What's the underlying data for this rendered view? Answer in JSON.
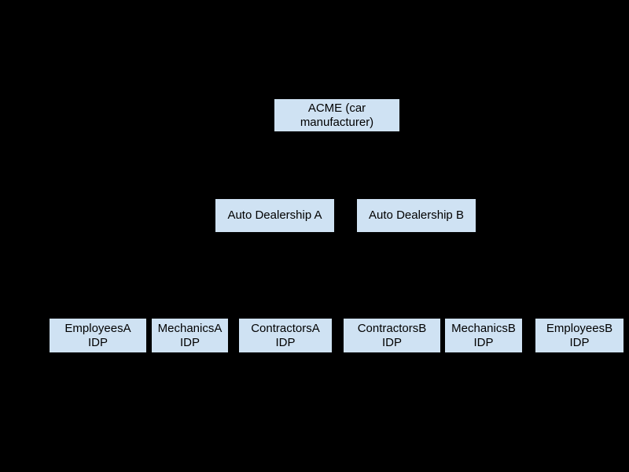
{
  "canvas": {
    "background_color": "#000000"
  },
  "node_style": {
    "fill_color": "#cfe2f3",
    "text_color": "#000000"
  },
  "diagram": {
    "type": "hierarchy",
    "levels": [
      {
        "name": "manufacturer",
        "nodes": [
          {
            "id": "acme",
            "lines": [
              "ACME (car",
              "manufacturer)"
            ]
          }
        ]
      },
      {
        "name": "dealerships",
        "nodes": [
          {
            "id": "auto-dealership-a",
            "lines": [
              "Auto Dealership A"
            ]
          },
          {
            "id": "auto-dealership-b",
            "lines": [
              "Auto Dealership B"
            ]
          }
        ]
      },
      {
        "name": "idps",
        "nodes": [
          {
            "id": "employees-a-idp",
            "lines": [
              "EmployeesA",
              "IDP"
            ]
          },
          {
            "id": "mechanics-a-idp",
            "lines": [
              "MechanicsA",
              "IDP"
            ]
          },
          {
            "id": "contractors-a-idp",
            "lines": [
              "ContractorsA",
              "IDP"
            ]
          },
          {
            "id": "contractors-b-idp",
            "lines": [
              "ContractorsB",
              "IDP"
            ]
          },
          {
            "id": "mechanics-b-idp",
            "lines": [
              "MechanicsB",
              "IDP"
            ]
          },
          {
            "id": "employees-b-idp",
            "lines": [
              "EmployeesB",
              "IDP"
            ]
          }
        ]
      }
    ]
  }
}
